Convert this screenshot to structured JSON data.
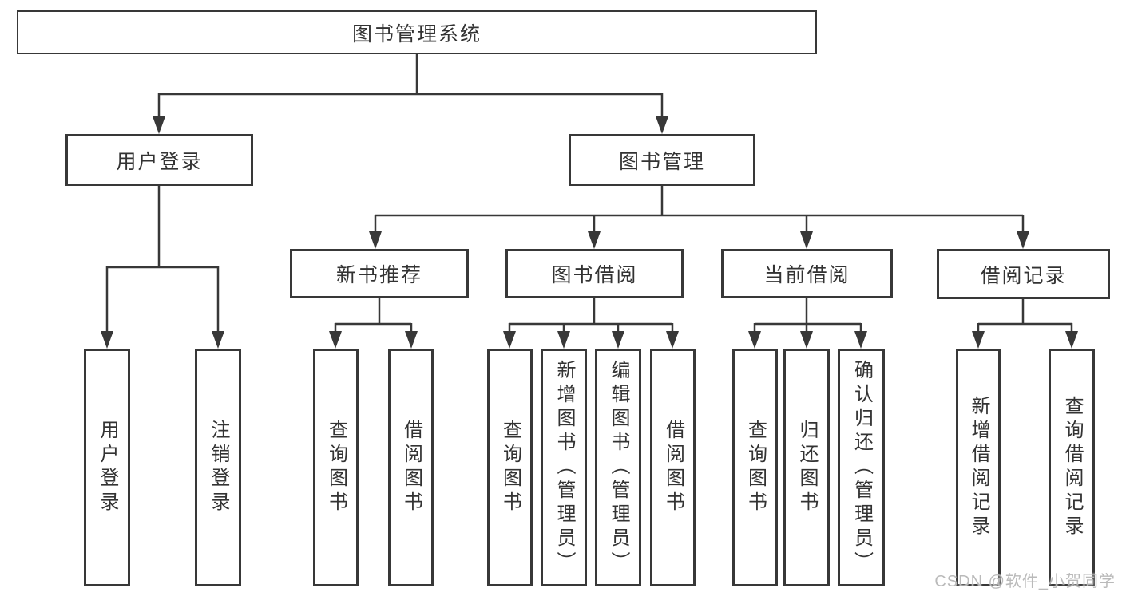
{
  "colors": {
    "line": "#383838",
    "border": "#383838",
    "text": "#333333",
    "background": "#ffffff",
    "watermark": "#b6b6b6"
  },
  "watermark": {
    "text": "CSDN @软件_小贺同学"
  },
  "tree": {
    "label": "图书管理系统",
    "children": [
      {
        "label": "用户登录",
        "children": [
          {
            "label": "用户登录"
          },
          {
            "label": "注销登录"
          }
        ]
      },
      {
        "label": "图书管理",
        "children": [
          {
            "label": "新书推荐",
            "children": [
              {
                "label": "查询图书"
              },
              {
                "label": "借阅图书"
              }
            ]
          },
          {
            "label": "图书借阅",
            "children": [
              {
                "label": "查询图书"
              },
              {
                "label": "新增图书（管理员）"
              },
              {
                "label": "编辑图书（管理员）"
              },
              {
                "label": "借阅图书"
              }
            ]
          },
          {
            "label": "当前借阅",
            "children": [
              {
                "label": "查询图书"
              },
              {
                "label": "归还图书"
              },
              {
                "label": "确认归还（管理员）"
              }
            ]
          },
          {
            "label": "借阅记录",
            "children": [
              {
                "label": "新增借阅记录"
              },
              {
                "label": "查询借阅记录"
              }
            ]
          }
        ]
      }
    ]
  }
}
